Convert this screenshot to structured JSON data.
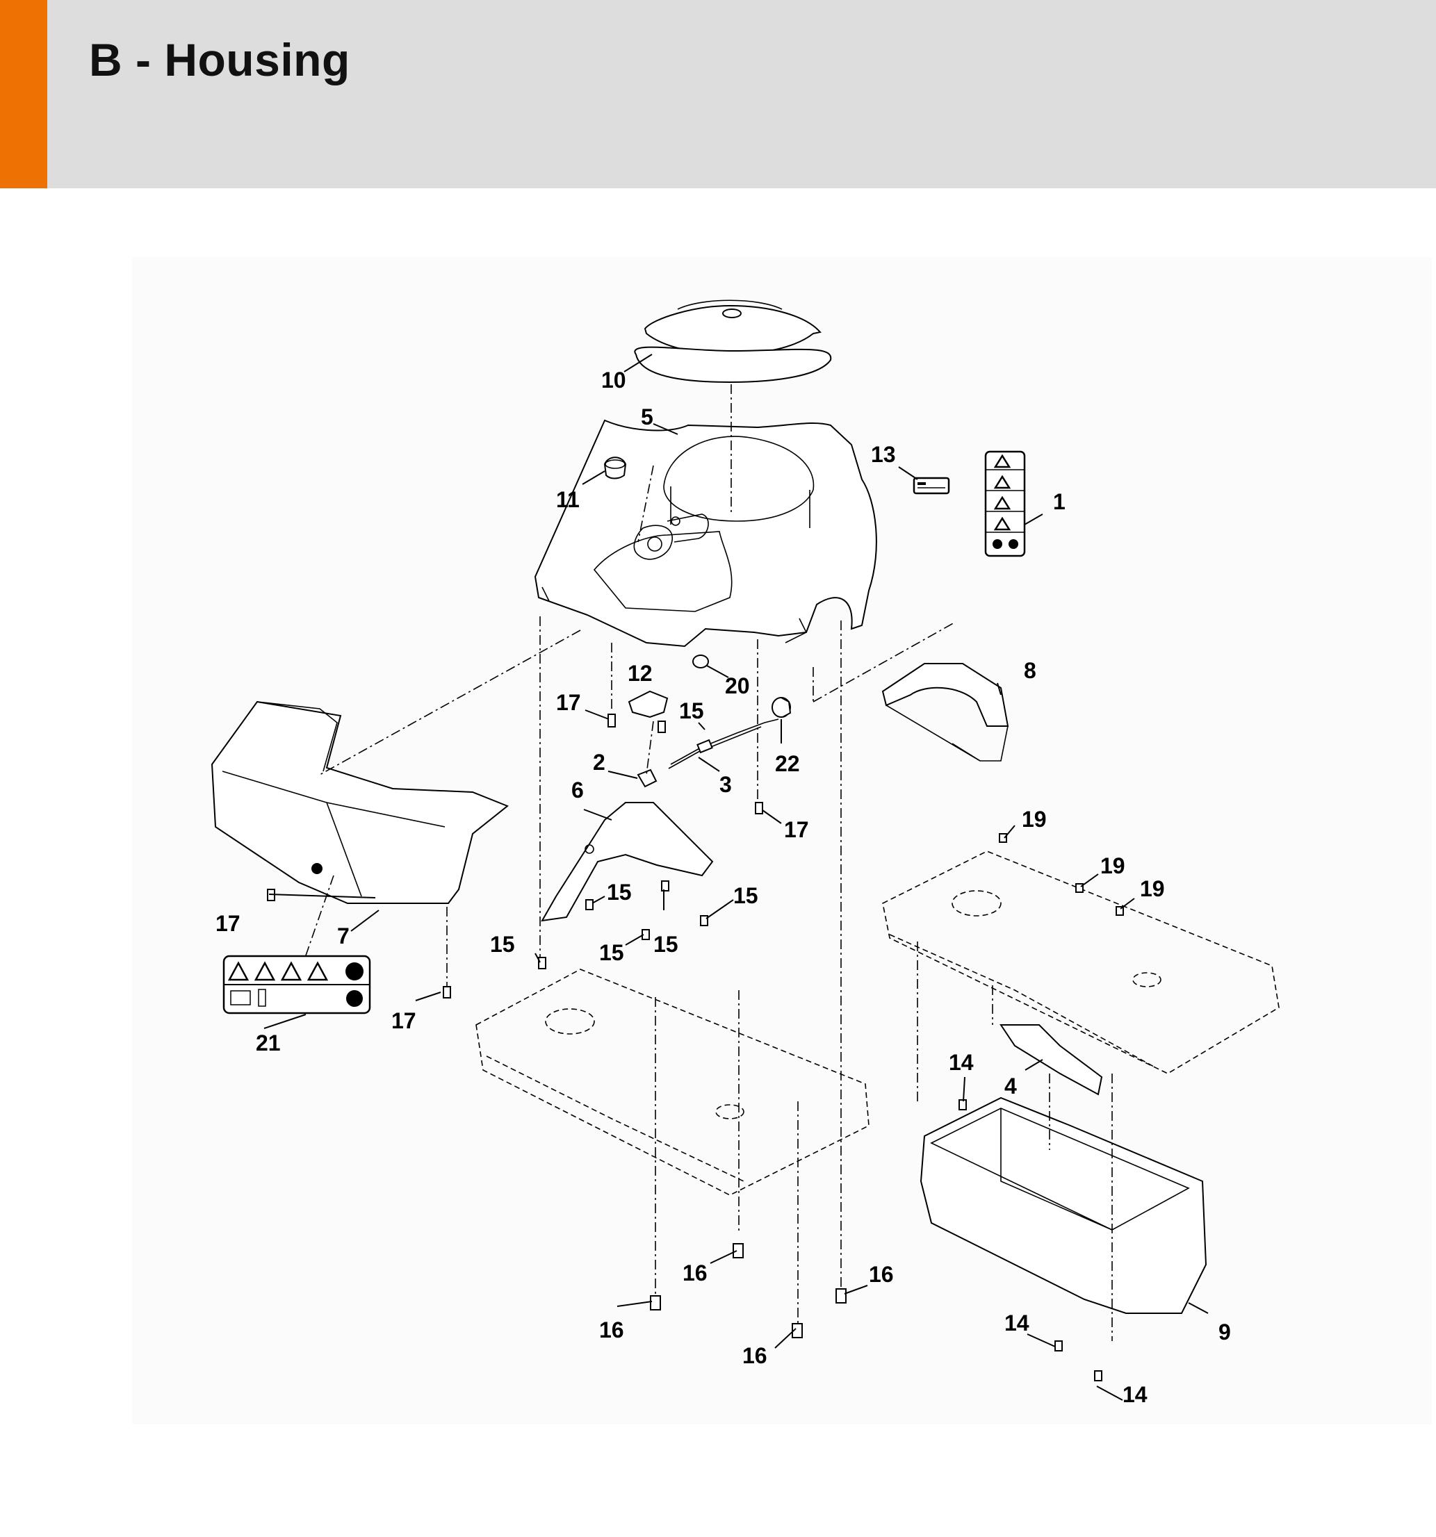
{
  "header": {
    "title": "B - Housing",
    "accent_color": "#ee7203",
    "background_color": "#dcdddc"
  },
  "diagram": {
    "callouts": [
      "1",
      "2",
      "3",
      "4",
      "5",
      "6",
      "7",
      "8",
      "9",
      "10",
      "11",
      "12",
      "13",
      "14",
      "14",
      "14",
      "15",
      "15",
      "15",
      "15",
      "15",
      "15",
      "16",
      "16",
      "16",
      "16",
      "17",
      "17",
      "17",
      "17",
      "19",
      "19",
      "19",
      "20",
      "21",
      "22"
    ]
  }
}
